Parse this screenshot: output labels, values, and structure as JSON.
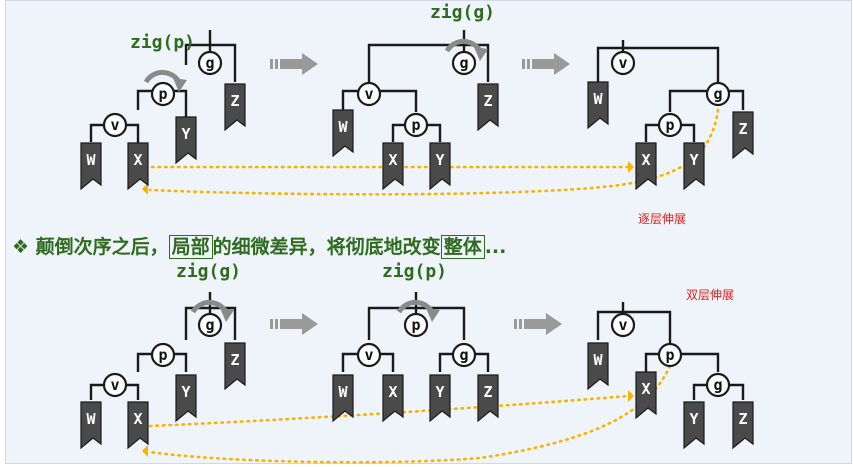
{
  "diagram": {
    "top_row": {
      "operation_1": "zig(p)",
      "operation_2": "zig(g)",
      "label": "逐层伸展"
    },
    "bottom_row": {
      "operation_1": "zig(g)",
      "operation_2": "zig(p)",
      "label": "双层伸展"
    },
    "caption": {
      "prefix": "❖ 颠倒次序之后，",
      "highlight_1": "局部",
      "middle": "的细微差异，将彻底地改变",
      "highlight_2": "整体",
      "suffix": "..."
    },
    "node_names": [
      "g",
      "p",
      "v"
    ],
    "leaf_names": [
      "W",
      "X",
      "Y",
      "Z"
    ],
    "colors": {
      "leaf_fill": "#4a4a4a",
      "operation_text": "#2e6b1f",
      "label_text": "#e02020",
      "dotted_path": "#f4b400",
      "arrow": "#9a9a9a"
    }
  }
}
